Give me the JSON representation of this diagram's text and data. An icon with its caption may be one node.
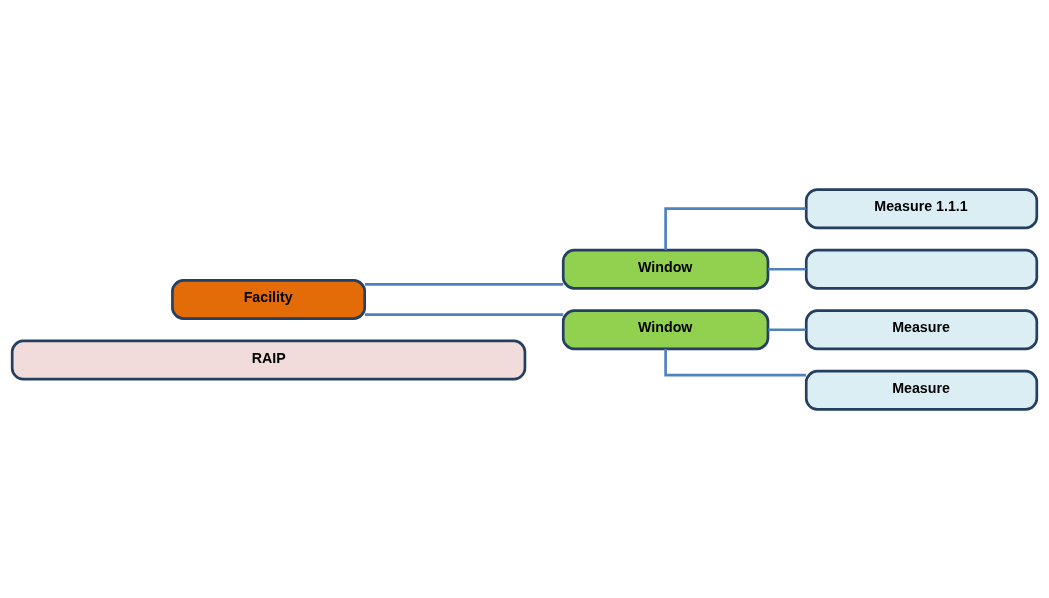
{
  "diagram": {
    "nodes": [
      {
        "text": [
          "RAIP"
        ]
      },
      {
        "text": [
          "Facility"
        ]
      },
      {
        "text": [
          "Window"
        ]
      },
      {
        "text": [
          "Measure 1.1.1"
        ]
      },
      {
        "text": [],
        "shape": "box"
      },
      {
        "text": [
          "Window"
        ]
      },
      {
        "text": [
          "Measure"
        ]
      },
      {
        "text": [
          "Measure"
        ]
      }
    ],
    "edges": [
      {
        "from": 1,
        "to": 2,
        "arrow": "none"
      },
      {
        "from": 1,
        "to": 5,
        "arrow": "none"
      },
      {
        "from": 2,
        "to": 3,
        "arrow": "none"
      },
      {
        "from": 2,
        "to": 4,
        "arrow": "none"
      },
      {
        "from": 5,
        "to": 6,
        "arrow": "none"
      },
      {
        "from": 5,
        "to": 7,
        "arrow": "none"
      }
    ]
  }
}
